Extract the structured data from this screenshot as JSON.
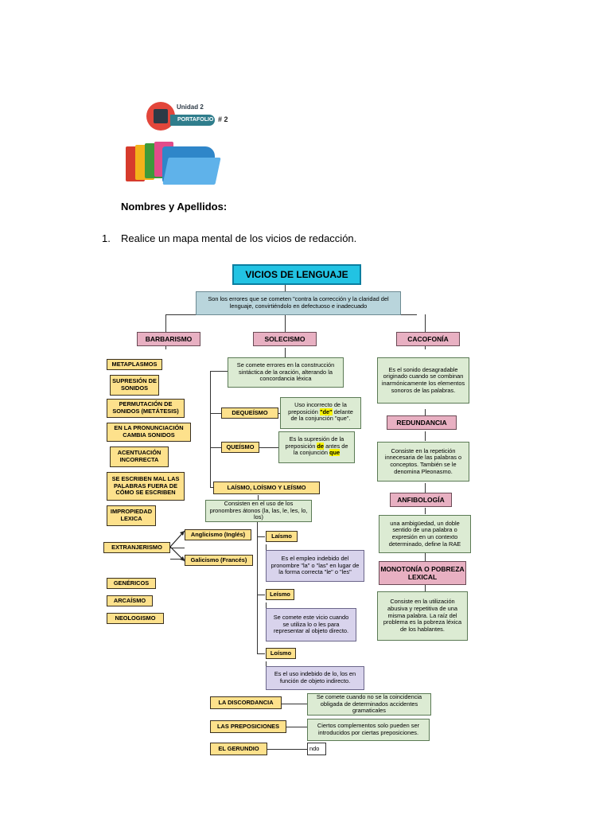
{
  "header": {
    "unit": "Unidad 2",
    "portafolio": "PORTAFOLIO",
    "number": "# 2"
  },
  "doc": {
    "names_label": "Nombres y Apellidos:",
    "question_number": "1.",
    "question_text": "Realice un mapa mental  de los vicios de redacción."
  },
  "map": {
    "title": "VICIOS DE LENGUAJE",
    "definition": "Son los errores que se cometen \"contra la corrección y la claridad del lenguaje, convirtiéndolo en defectuoso e inadecuado",
    "barbarismo": "BARBARISMO",
    "solecismo": "SOLECISMO",
    "cacofonia": "CACOFONÍA",
    "barb_items": {
      "metaplasmos": "METAPLASMOS",
      "supresion": "SUPRESIÓN DE SONIDOS",
      "permutacion": "PERMUTACIÓN DE SONIDOS (METÁTESIS)",
      "pronunciacion": "EN LA PRONUNCIACIÓN CAMBIA SONIDOS",
      "acentuacion": "ACENTUACIÓN INCORRECTA",
      "escriben": "SE ESCRIBEN MAL LAS PALABRAS FUERA DE CÓMO SE ESCRIBEN",
      "impropiedad": "IMPROPIEDAD LEXICA",
      "extranjerismo": "EXTRANJERISMO",
      "genericos": "GENÉRICOS",
      "arcaismo": "ARCAÍSMO",
      "neologismo": "NEOLOGISMO"
    },
    "anglicismo": "Anglicismo (Inglés)",
    "galicismo": "Galicismo (Francés)",
    "sol_def": "Se comete errores en la construcción sintáctica de la oración, alterando la concordancia léxica",
    "dequeismo": "DEQUEÍSMO",
    "dequeismo_def_a": "Uso incorrecto de la preposición ",
    "dequeismo_de": "\"de\"",
    "dequeismo_def_b": " delante de la conjunción \"que\".",
    "queismo": "QUEÍSMO",
    "queismo_def_a": "Es la supresión de la preposición ",
    "queismo_de": "de",
    "queismo_def_b": " antes de la conjunción ",
    "queismo_que": "que",
    "laismo_group": "LAÍSMO, LOÍSMO Y LEÍSMO",
    "pronombres_def": "Consisten en el uso de los pronombres átonos (la, las, le, les, lo, los)",
    "laismo": "Laísmo",
    "laismo_def": "Es el empleo indebido del pronombre \"la\" o \"las\" en lugar de la forma correcta \"le\" o \"les\"",
    "leismo": "Leísmo",
    "leismo_def": "Se comete este vicio cuando se utiliza lo o les para representar al objeto directo.",
    "loismo": "Loísmo",
    "loismo_def": "Es el uso indebido de lo, los en función de objeto indirecto.",
    "discordancia": "LA DISCORDANCIA",
    "discordancia_def": "Se comete cuando no se la coincidencia obligada de determinados accidentes gramaticales",
    "preposiciones": "LAS PREPOSICIONES",
    "preposiciones_def": "Ciertos complementos solo pueden ser introducidos por ciertas preposiciones.",
    "gerundio": "EL GERUNDIO",
    "gerundio_def": "ndo",
    "cacofonia_def": "Es el sonido desagradable originado cuando se combinan inarmónicamente los elementos sonoros de las palabras.",
    "redundancia": "REDUNDANCIA",
    "redundancia_def": "Consiste en la repetición innecesaria de las palabras o conceptos. También se le denomina Pleonasmo.",
    "anfibologia": "ANFIBOLOGÍA",
    "anfibologia_def": "una ambigüedad, un doble sentido de una palabra o expresión en un contexto determinado, define la RAE",
    "monotonia": "MONOTONÍA O POBREZA LEXICAL",
    "monotonia_def": "Consiste en la utilización abusiva y repetitiva de una misma palabra. La raíz del problema es la pobreza léxica de los hablantes."
  }
}
